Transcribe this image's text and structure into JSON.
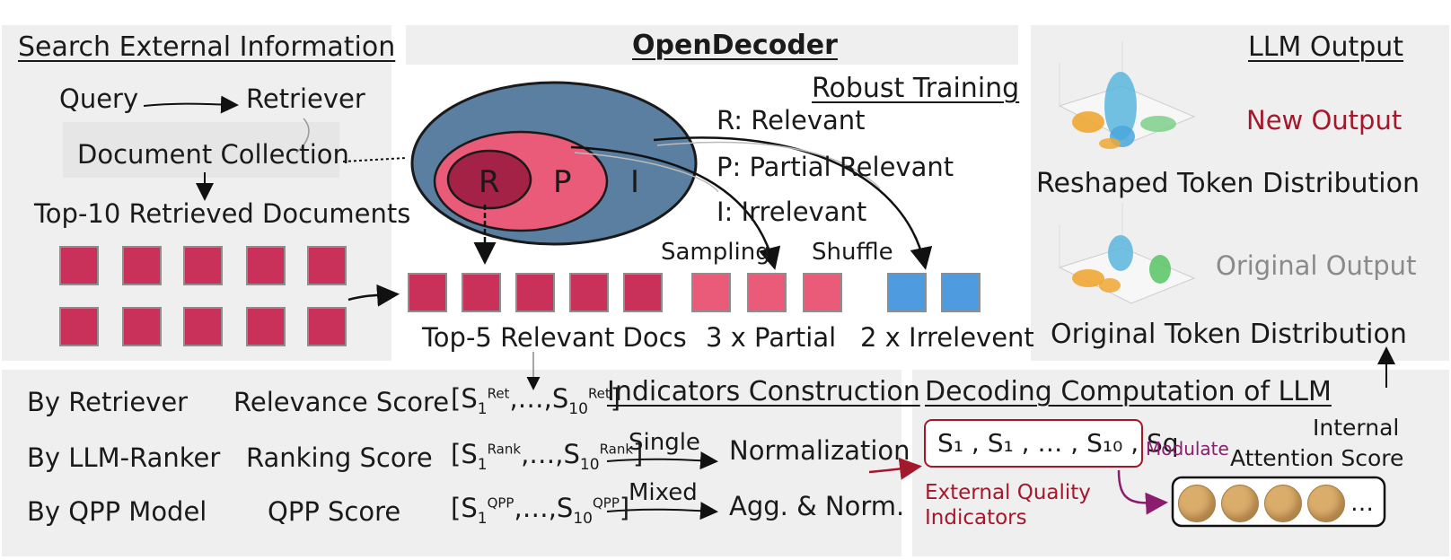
{
  "search": {
    "title": "Search External Information",
    "query": "Query",
    "retriever": "Retriever",
    "collection": "Document Collection",
    "top10": "Top-10 Retrieved Documents"
  },
  "decoder": {
    "title": "OpenDecoder",
    "robust": "Robust Training",
    "r_short": "R",
    "p_short": "P",
    "i_short": "I",
    "r_legend": "R: Relevant",
    "p_legend": "P: Partial Relevant",
    "i_legend": "I: Irrelevant",
    "sampling": "Sampling",
    "shuffle": "Shuffle",
    "top5": "Top-5 Relevant Docs",
    "partial": "3 x Partial",
    "irrelevant": "2 x Irrelevent"
  },
  "output": {
    "title": "LLM Output",
    "new_output": "New Output",
    "reshaped": "Reshaped Token Distribution",
    "original_output": "Original Output",
    "original": "Original Token Distribution"
  },
  "indicators": {
    "title": "Indicators Construction",
    "rows": [
      {
        "source": "By Retriever",
        "score": "Relevance Score",
        "sup": "Ret"
      },
      {
        "source": "By LLM-Ranker",
        "score": "Ranking Score",
        "sup": "Rank"
      },
      {
        "source": "By QPP Model",
        "score": "QPP Score",
        "sup": "QPP"
      }
    ],
    "s1": "S",
    "sub1": "1",
    "sub10": "10",
    "dots": ",…,",
    "single": "Single",
    "mixed": "Mixed",
    "normalization": "Normalization",
    "agg": "Agg. & Norm."
  },
  "decoding": {
    "title": "Decoding Computation of LLM",
    "formula": "S₁ , S₁ , … , S₁₀ , Sq",
    "modulate": "Modulate",
    "external": "External Quality",
    "indicators_word": "Indicators",
    "internal": "Internal",
    "attention": "Attention Score",
    "ellipsis": "…"
  },
  "colors": {
    "relevant": "#c9315a",
    "partial": "#ea5a79",
    "irrelevant": "#4f9be0",
    "ellipse_outer": "#5b7fa0",
    "dark_red_text": "#a3182a",
    "modulate_purple": "#8a1d6e"
  }
}
